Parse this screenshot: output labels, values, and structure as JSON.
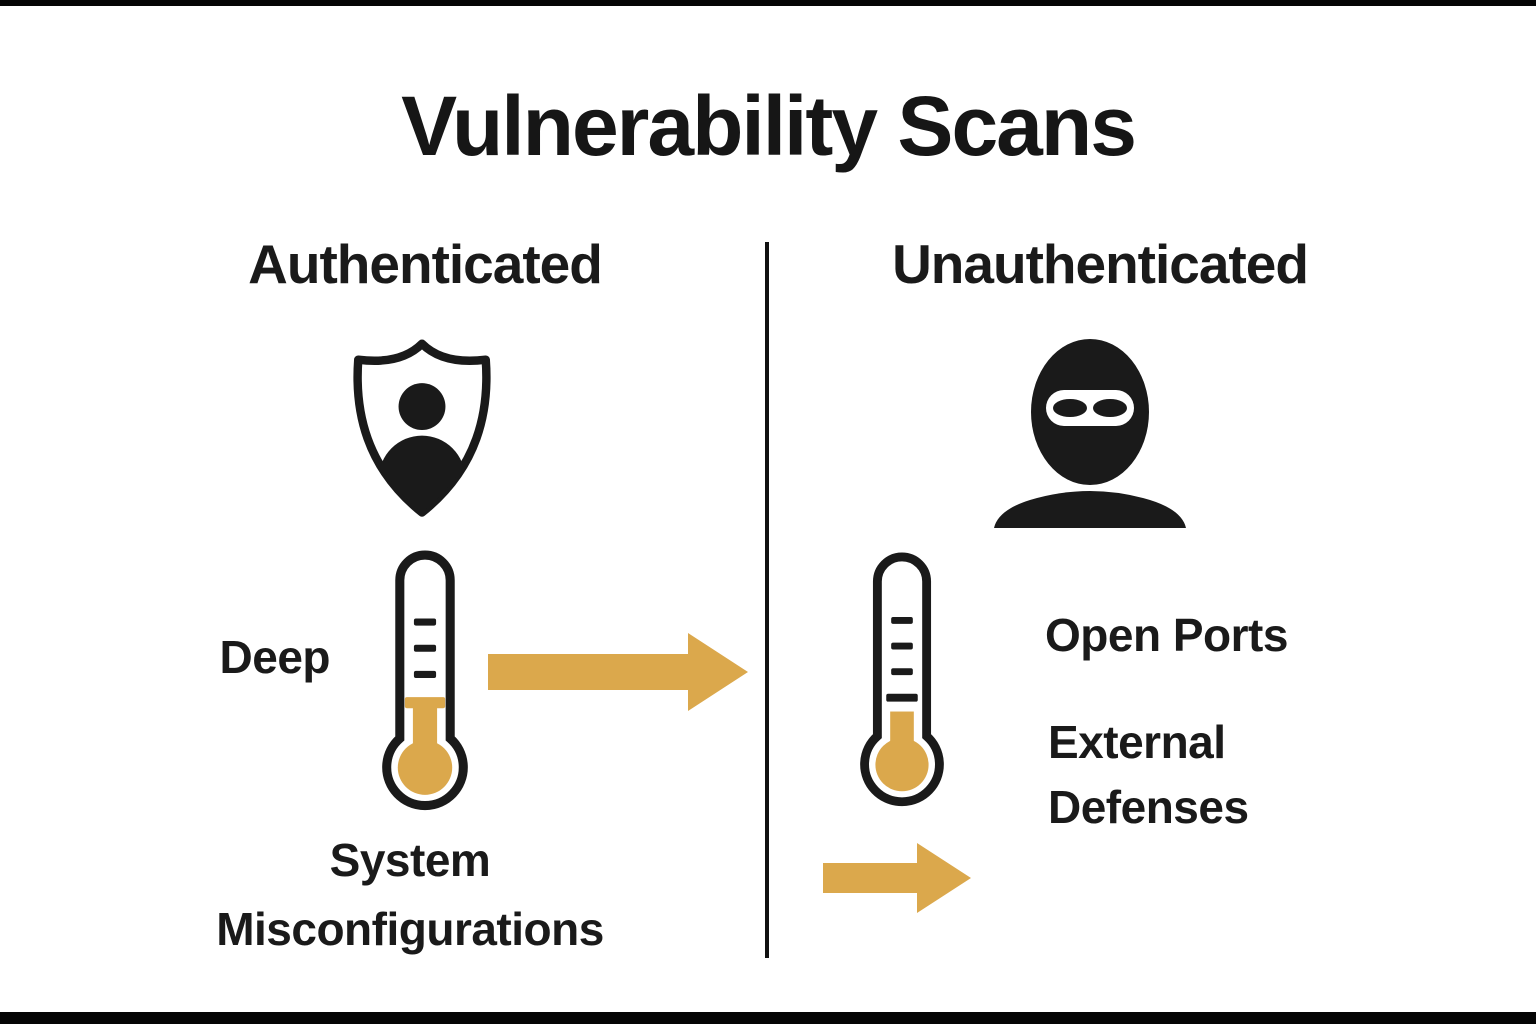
{
  "title": "Vulnerability Scans",
  "columns": {
    "authenticated": {
      "header": "Authenticated",
      "icon": "shield-user-icon",
      "scan_depth_label": "Deep",
      "caption": "System Misconfigurations"
    },
    "unauthenticated": {
      "header": "Unauthenticated",
      "icon": "balaclava-icon",
      "finding_1": "Open Ports",
      "finding_2": "External Defenses"
    }
  },
  "icons": [
    "shield-user-icon",
    "thermometer-icon",
    "arrow-right-icon",
    "balaclava-icon"
  ],
  "colors": {
    "ink": "#1a1a1a",
    "gold": "#DBA84C",
    "background": "#FFFFFF"
  }
}
